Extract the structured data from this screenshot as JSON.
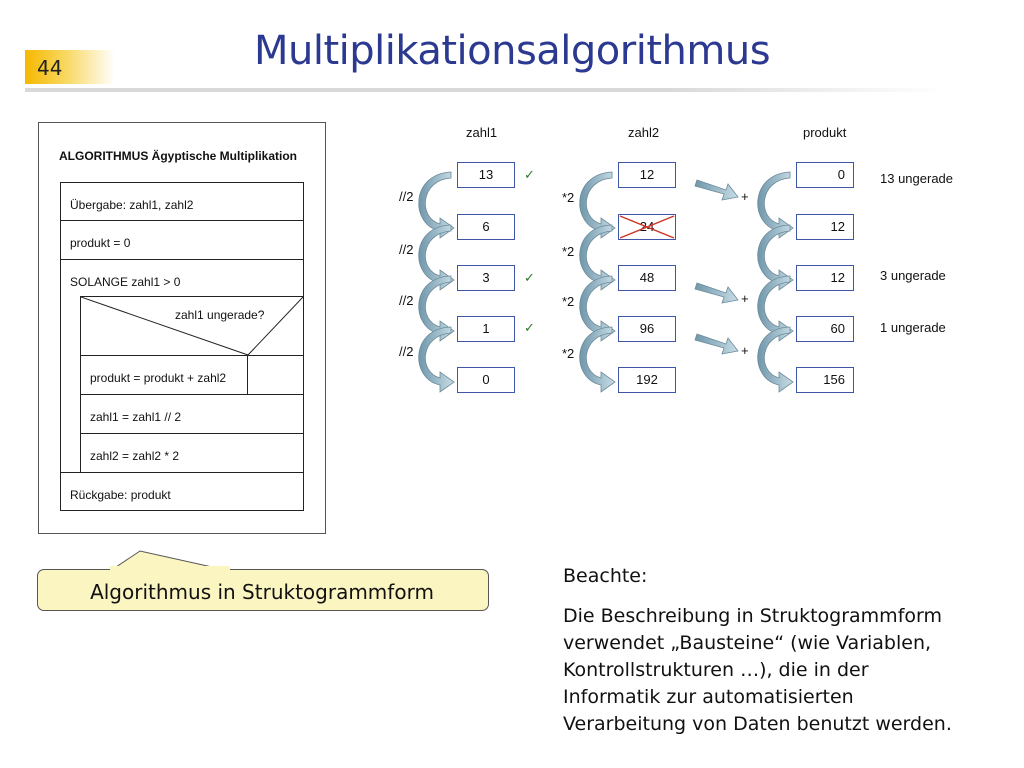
{
  "slide": {
    "number": "44",
    "title": "Multiplikationsalgorithmus"
  },
  "struktogramm": {
    "heading": "ALGORITHMUS Ägyptische Multiplikation",
    "uebergabe": "Übergabe: zahl1, zahl2",
    "init": "produkt = 0",
    "loop": "SOLANGE zahl1 > 0",
    "condition": "zahl1 ungerade?",
    "then": "produkt = produkt + zahl2",
    "step1": "zahl1 = zahl1 // 2",
    "step2": "zahl2 = zahl2 * 2",
    "rueckgabe": "Rückgabe: produkt"
  },
  "callout": "Algorithmus in Struktogrammform",
  "note": {
    "heading": "Beachte:",
    "lines": [
      "Die Beschreibung in Struktogrammform",
      "verwendet „Bausteine“ (wie Variablen,",
      "Kontrollstrukturen …), die in der",
      "Informatik zur automatisierten",
      "Verarbeitung von Daten benutzt werden."
    ]
  },
  "trace": {
    "headers": {
      "zahl1": "zahl1",
      "zahl2": "zahl2",
      "produkt": "produkt"
    },
    "zahl1": [
      "13",
      "6",
      "3",
      "1",
      "0"
    ],
    "zahl2": [
      "12",
      "24",
      "48",
      "96",
      "192"
    ],
    "produkt": [
      "0",
      "12",
      "12",
      "60",
      "156"
    ],
    "ops": {
      "div": "//2",
      "mul": "*2",
      "plus": "+"
    },
    "check": "✓",
    "notes": [
      "13 ungerade",
      "3 ungerade",
      "1 ungerade"
    ]
  },
  "colors": {
    "title": "#2b3990",
    "box_border": "#3d56a8",
    "arrow": "#8fb7c9",
    "strike": "#cc3322",
    "callout_bg": "#fbf5c2"
  }
}
